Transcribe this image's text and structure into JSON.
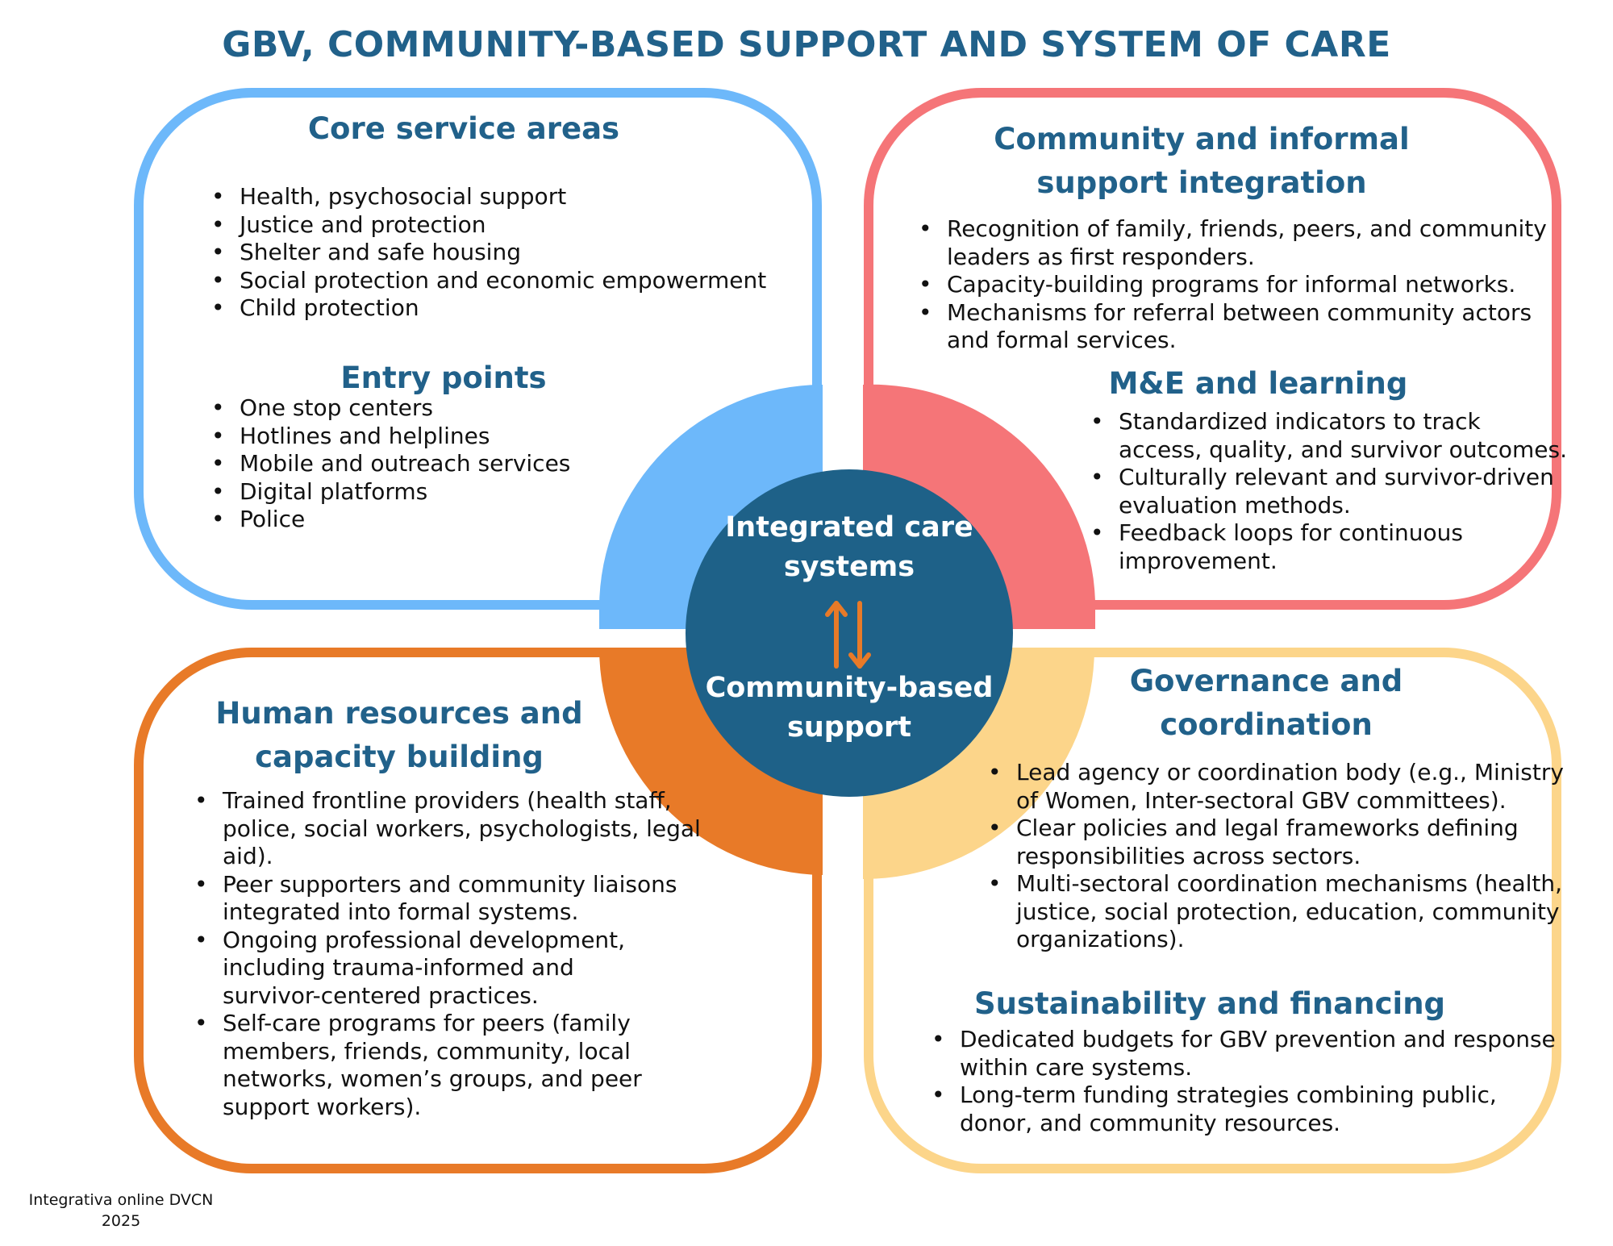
{
  "title": "GBV, COMMUNITY-BASED SUPPORT AND SYSTEM OF CARE",
  "colors": {
    "title": "#21618a",
    "blue": "#6db8fa",
    "red": "#f57578",
    "orange": "#e87a28",
    "yellow": "#fcd58a",
    "center": "#1e6188",
    "arrow": "#e87a28"
  },
  "quadrants": {
    "top_left": {
      "sections": [
        {
          "title": "Core service areas",
          "items": [
            "Health, psychosocial support",
            "Justice and protection",
            "Shelter and safe housing",
            "Social protection and economic empowerment",
            "Child protection"
          ]
        },
        {
          "title": "Entry points",
          "items": [
            "One stop centers",
            "Hotlines and helplines",
            "Mobile and outreach services",
            "Digital platforms",
            "Police"
          ]
        }
      ]
    },
    "top_right": {
      "sections": [
        {
          "title_lines": [
            "Community and informal",
            "support integration"
          ],
          "items": [
            [
              "Recognition of family, friends, peers, and community",
              "leaders as first responders."
            ],
            [
              "Capacity-building programs for informal networks."
            ],
            [
              "Mechanisms for referral between community actors",
              "and formal services."
            ]
          ]
        },
        {
          "title": "M&E and learning",
          "items": [
            [
              "Standardized indicators to track",
              "access, quality, and survivor outcomes."
            ],
            [
              "Culturally relevant and survivor-driven",
              "evaluation methods."
            ],
            [
              "Feedback loops for continuous",
              "improvement."
            ]
          ]
        }
      ]
    },
    "bottom_left": {
      "sections": [
        {
          "title_lines": [
            "Human resources and",
            "capacity building"
          ],
          "items": [
            [
              "Trained frontline providers (health staff,",
              "police, social workers, psychologists, legal",
              "aid)."
            ],
            [
              "Peer supporters and community liaisons",
              "integrated into formal systems."
            ],
            [
              "Ongoing professional development,",
              "including trauma-informed and",
              "survivor-centered practices."
            ],
            [
              "Self-care programs for peers (family",
              "members, friends, community, local",
              "networks, women’s groups, and peer",
              "support workers)."
            ]
          ]
        }
      ]
    },
    "bottom_right": {
      "sections": [
        {
          "title_lines": [
            "Governance and",
            "coordination"
          ],
          "items": [
            [
              "Lead agency or coordination body (e.g., Ministry",
              "of Women, Inter-sectoral GBV committees)."
            ],
            [
              "Clear policies and legal frameworks defining",
              "responsibilities across sectors."
            ],
            [
              "Multi-sectoral coordination mechanisms (health,",
              "justice, social protection, education, community",
              "organizations)."
            ]
          ]
        },
        {
          "title": "Sustainability and financing",
          "items": [
            [
              "Dedicated budgets for GBV prevention and response",
              "within care systems."
            ],
            [
              "Long-term funding strategies combining public,",
              "donor, and community resources."
            ]
          ]
        }
      ]
    }
  },
  "center": {
    "top_lines": [
      "Integrated care",
      "systems"
    ],
    "bottom_lines": [
      "Community-based",
      "support"
    ],
    "arrow_icon": "bidirectional-arrows-icon"
  },
  "footer": {
    "line1": "Integrativa online DVCN",
    "line2": "2025"
  }
}
